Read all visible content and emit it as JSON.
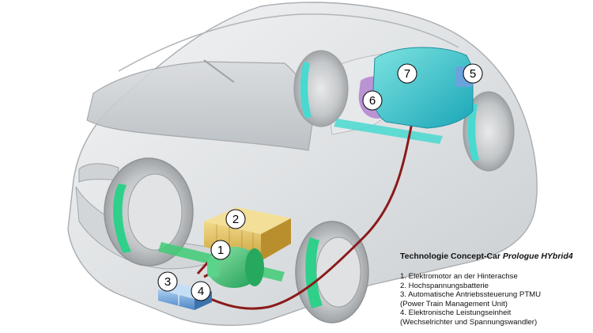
{
  "caption": {
    "title_prefix": "Technologie Concept-Car ",
    "title_italic": "Prologue HYbrid4",
    "items": [
      "1. Elektromotor an der Hinterachse",
      "2. Hochspannungsbatterie",
      "3. Automatische Antriebssteuerung PTMU",
      "(Power Train Management Unit)",
      "4. Elektronische Leistungseinheit",
      "(Wechselrichter und Spannungswandler)"
    ]
  },
  "markers": [
    "1",
    "2",
    "3",
    "4",
    "5",
    "6",
    "7"
  ],
  "colors": {
    "wheel_highlight": "#2fd08a",
    "battery": "#e8c865",
    "motor": "#3ecb74",
    "control_unit": "#6aa3dc",
    "cable": "#8b1a1a",
    "engine": "#3ec7c8",
    "gearbox": "#b58ad0"
  }
}
